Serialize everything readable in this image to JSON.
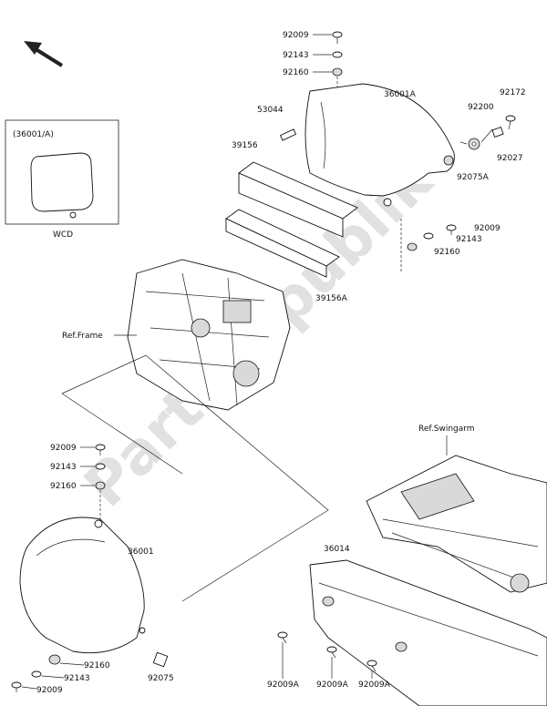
{
  "watermark": "PartsRepublik",
  "inset": {
    "title": "(36001/A)",
    "caption": "WCD"
  },
  "labels": {
    "p92009_top": "92009",
    "p92143_top": "92143",
    "p92160_top": "92160",
    "p53044": "53044",
    "p36001A": "36001A",
    "p92200": "92200",
    "p92172": "92172",
    "p39156": "39156",
    "p92027": "92027",
    "p92075A": "92075A",
    "p92009_mid": "92009",
    "p92143_mid": "92143",
    "p92160_mid": "92160",
    "p39156A": "39156A",
    "ref_frame": "Ref.Frame",
    "ref_swingarm": "Ref.Swingarm",
    "p92009_left": "92009",
    "p92143_left": "92143",
    "p92160_left": "92160",
    "p36001": "36001",
    "p36014": "36014",
    "p92160_bot": "92160",
    "p92143_bot": "92143",
    "p92009_bot": "92009",
    "p92075": "92075",
    "p92009A_1": "92009A",
    "p92009A_2": "92009A",
    "p92009A_3": "92009A"
  }
}
